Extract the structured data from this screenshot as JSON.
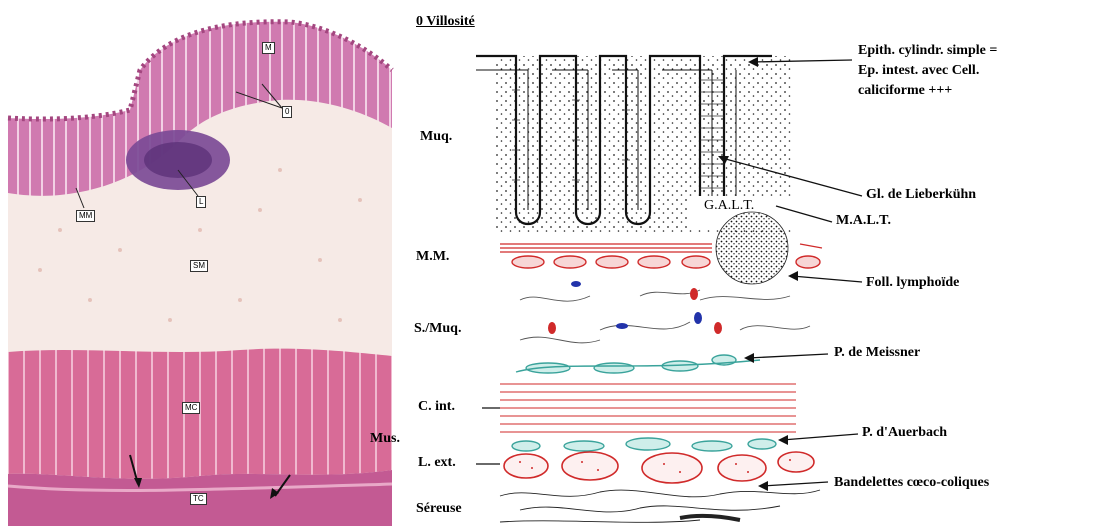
{
  "micrograph": {
    "tags": {
      "m": "M",
      "o": "0",
      "l": "L",
      "mm": "MM",
      "sm": "SM",
      "mc": "MC",
      "tc": "TC"
    }
  },
  "schema": {
    "header": "0 Villosité",
    "left_labels": {
      "muq": "Muq.",
      "mm": "M.M.",
      "smuq": "S./Muq.",
      "cint": "C. int.",
      "mus": "Mus.",
      "lext": "L. ext.",
      "sereuse": "Séreuse"
    },
    "right_labels": {
      "epith_1": "Epith. cylindr. simple =",
      "epith_2": "Ep. intest. avec Cell.",
      "epith_3": "caliciforme +++",
      "lieberkuhn": "Gl. de Lieberkühn",
      "galt": "G.A.L.T.",
      "malt": "M.A.L.T.",
      "foll": "Foll. lymphoïde",
      "meissner": "P. de Meissner",
      "auerbach": "P. d'Auerbach",
      "bandelettes": "Bandelettes cœco-coliques"
    }
  },
  "colors": {
    "mucosa_pink": "#c86aa8",
    "submucosa": "#f3e6e2",
    "muscle_pink": "#d9709a",
    "lymph_purple": "#6b3f8a",
    "muscle_red": "#d02a2a",
    "plexus_teal": "#3aa39b",
    "vessel_blue": "#2233aa"
  }
}
